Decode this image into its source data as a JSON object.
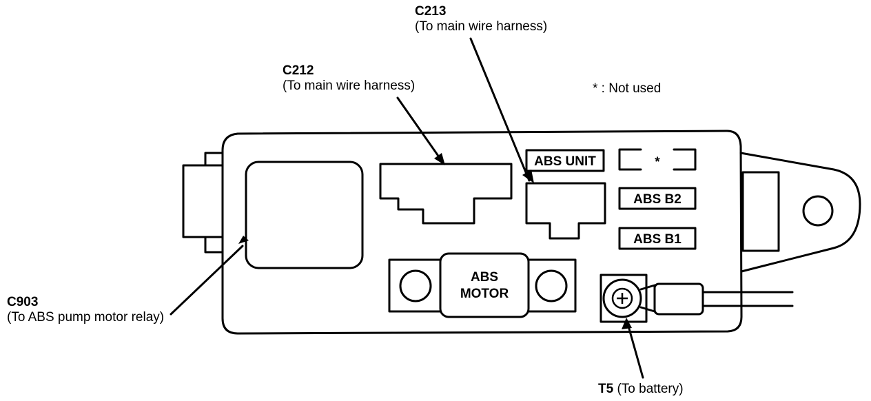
{
  "title": "",
  "labels": {
    "c213": {
      "id": "C213",
      "desc": "(To main wire harness)"
    },
    "c212": {
      "id": "C212",
      "desc": "(To main wire harness)"
    },
    "c903": {
      "id": "C903",
      "desc": "(To ABS pump motor relay)"
    },
    "t5": {
      "id": "T5",
      "desc": "(To battery)"
    },
    "note": "* : Not used"
  },
  "fuses": {
    "abs_unit": "ABS UNIT",
    "not_used": "*",
    "abs_b2": "ABS B2",
    "abs_b1": "ABS B1"
  },
  "motor_fuse": {
    "line1": "ABS",
    "line2": "MOTOR"
  },
  "colors": {
    "ink": "#000000",
    "paper": "#ffffff"
  }
}
